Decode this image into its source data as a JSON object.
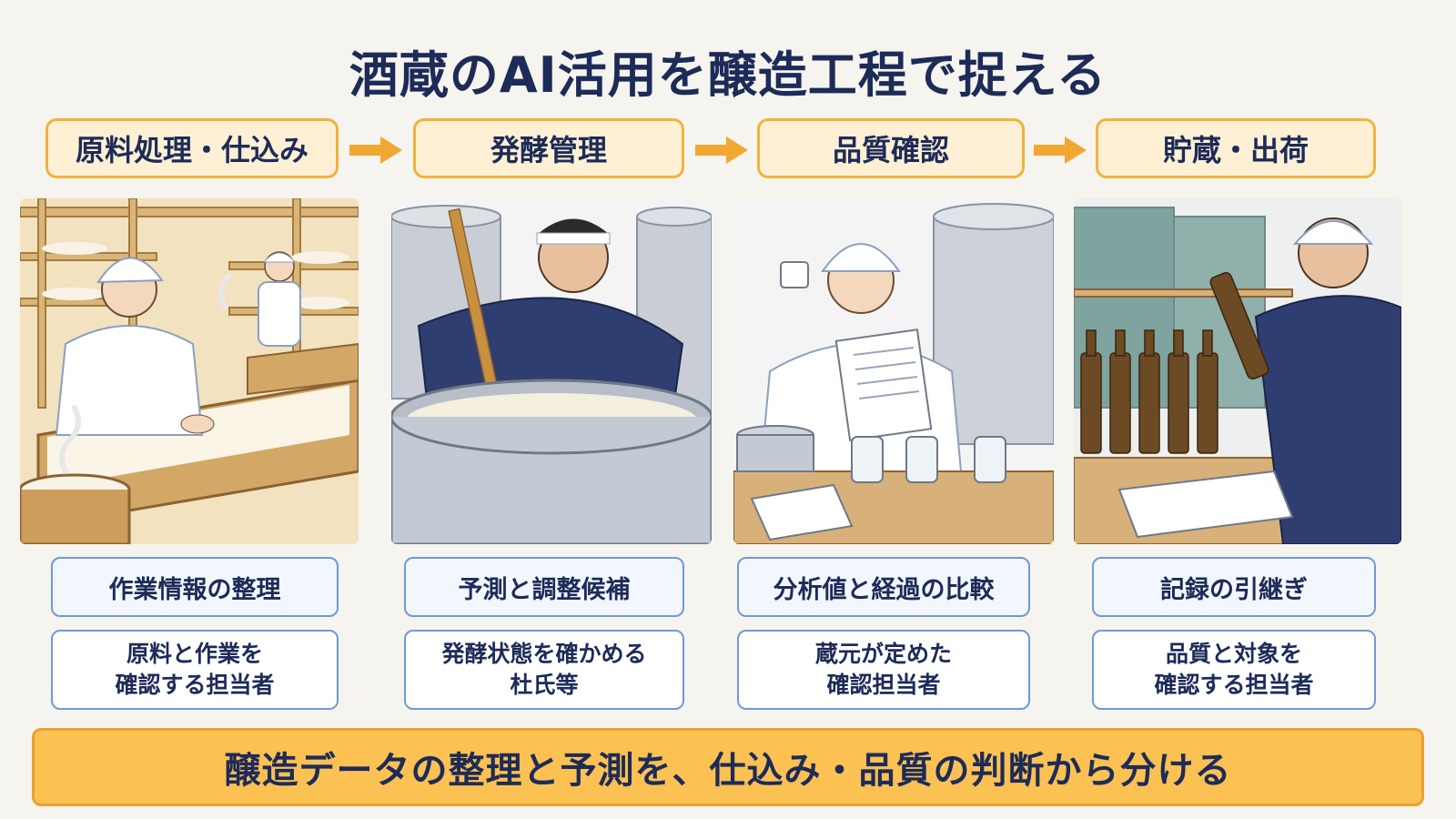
{
  "title": "酒蔵のAI活用を醸造工程で捉える",
  "steps": [
    {
      "label": "原料処理・仕込み",
      "function": "作業情報の整理",
      "role_line1": "原料と作業を",
      "role_line2": "確認する担当者"
    },
    {
      "label": "発酵管理",
      "function": "予測と調整候補",
      "role_line1": "発酵状態を確かめる",
      "role_line2": "杜氏等"
    },
    {
      "label": "品質確認",
      "function": "分析値と経過の比較",
      "role_line1": "蔵元が定めた",
      "role_line2": "確認担当者"
    },
    {
      "label": "貯蔵・出荷",
      "function": "記録の引継ぎ",
      "role_line1": "品質と対象を",
      "role_line2": "確認する担当者"
    }
  ],
  "bottom_message": "醸造データの整理と予測を、仕込み・品質の判断から分ける",
  "colors": {
    "navy": "#1d2b58",
    "step_fill": "#fdf0d4",
    "step_border": "#efb33c",
    "arrow": "#f0a832",
    "box_border": "#6f9ad6",
    "bottom_fill": "#fbc153"
  }
}
